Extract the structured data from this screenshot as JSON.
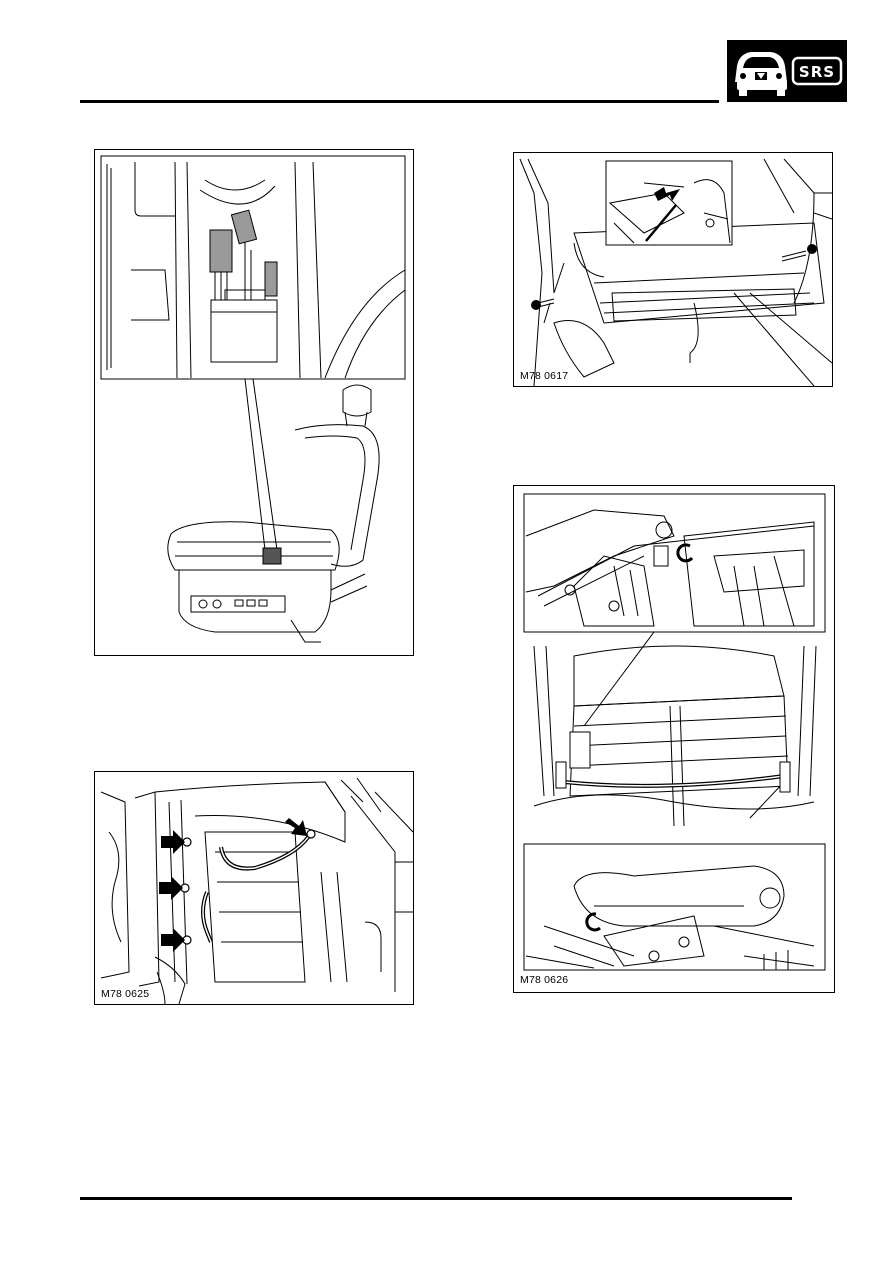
{
  "header": {
    "badge_text": "SRS",
    "badge_icon": "car-front-icon"
  },
  "figures": {
    "seat_harness": {
      "label": ""
    },
    "backrest_clips": {
      "label": "M78 0625"
    },
    "seat_bolts": {
      "label": "M78 0617"
    },
    "seat_clips": {
      "label": "M78 0626"
    }
  },
  "colors": {
    "ink": "#000000",
    "paper": "#ffffff",
    "fill_grey": "#9a9a9a"
  }
}
